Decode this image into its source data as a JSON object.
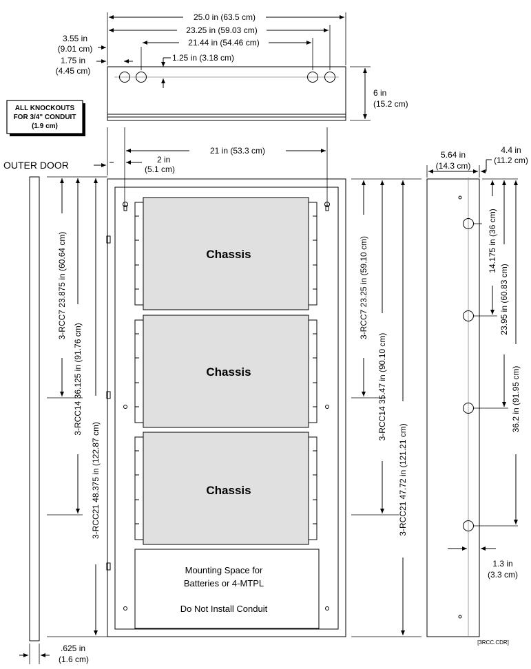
{
  "top_dims": {
    "overall": "25.0 in (63.5 cm)",
    "width_23": "23.25 in (59.03 cm)",
    "left_offset_in": "3.55 in",
    "left_offset_cm": "(9.01 cm)",
    "width_21": "21.44 in (54.46 cm)",
    "left_175_in": "1.75 in",
    "left_175_cm": "(4.45 cm)",
    "hole_offset": "1.25 in (3.18 cm)",
    "depth_in": "6 in",
    "depth_cm": "(15.2 cm)"
  },
  "knockout_note": [
    "ALL KNOCKOUTS",
    "FOR 3/4\" CONDUIT",
    "(1.9 cm)"
  ],
  "outer_door_label": "OUTER DOOR",
  "front_dims": {
    "span_21": "21 in (53.3 cm)",
    "left_2_in": "2 in",
    "left_2_cm": "(5.1 cm)"
  },
  "chassis_labels": [
    "Chassis",
    "Chassis",
    "Chassis"
  ],
  "mounting_space": {
    "line1": "Mounting Space for",
    "line2": "Batteries or 4-MTPL",
    "line3": "Do Not Install Conduit"
  },
  "left_vertical_dims": [
    "3-RCC7  23.875  in (60.64 cm)",
    "3-RCC14  36.125 in (91.76 cm)",
    "3-RCC21  48.375 in (122.87 cm)"
  ],
  "right_vertical_dims": [
    "3-RCC7  23.25  in (59.10 cm)",
    "3-RCC14  35.47 in (90.10 cm)",
    "3-RCC21  47.72 in (121.21 cm)"
  ],
  "side_dims": {
    "width_in": "5.64 in",
    "width_cm": "(14.3 cm)",
    "offset_in": "4.4 in",
    "offset_cm": "(11.2 cm)",
    "v1": "14.175 in (36 cm)",
    "v2": "23.95 in (60.83 cm)",
    "v3": "36.2 in (91.95 cm)",
    "bottom_in": "1.3 in",
    "bottom_cm": "(3.3 cm)"
  },
  "door_thickness_in": ".625 in",
  "door_thickness_cm": "(1.6 cm)",
  "file_tag": "[3RCC.CDR]"
}
